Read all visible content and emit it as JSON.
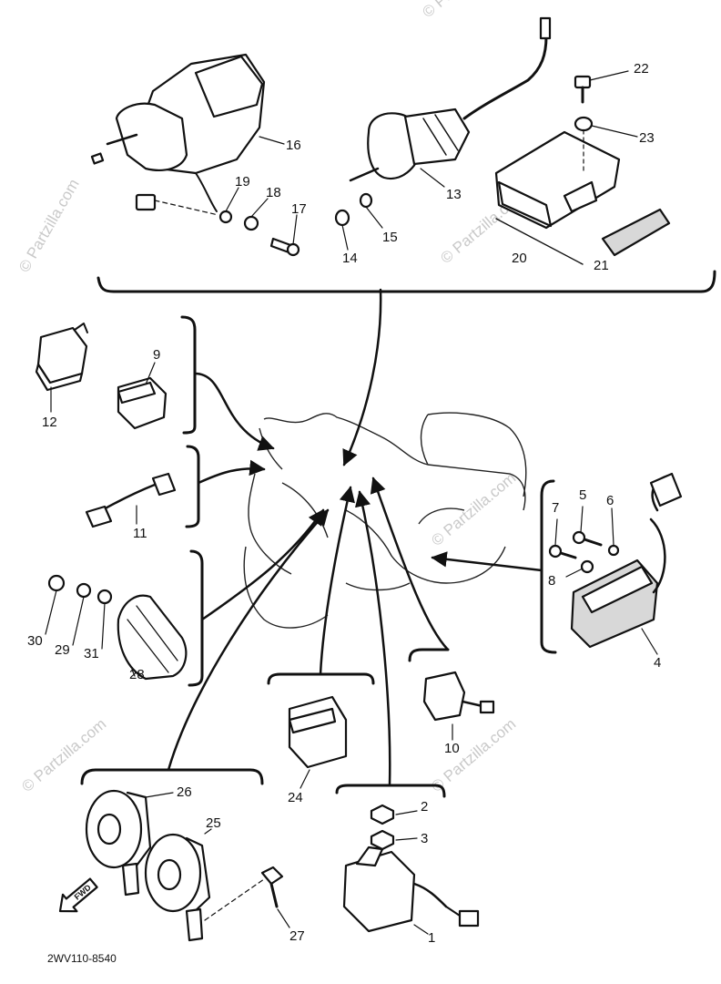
{
  "diagram_code": "2WV110-8540",
  "watermark_text": "© Partzilla.com",
  "forward_badge": "FWD",
  "callouts": [
    "1",
    "2",
    "3",
    "4",
    "5",
    "6",
    "7",
    "8",
    "9",
    "10",
    "11",
    "12",
    "13",
    "14",
    "15",
    "16",
    "17",
    "18",
    "19",
    "20",
    "21",
    "22",
    "23",
    "24",
    "25",
    "26",
    "27",
    "28",
    "29",
    "30",
    "31"
  ],
  "colors": {
    "ink": "#111111",
    "watermark": "#c9c9c9",
    "paper": "#ffffff"
  }
}
